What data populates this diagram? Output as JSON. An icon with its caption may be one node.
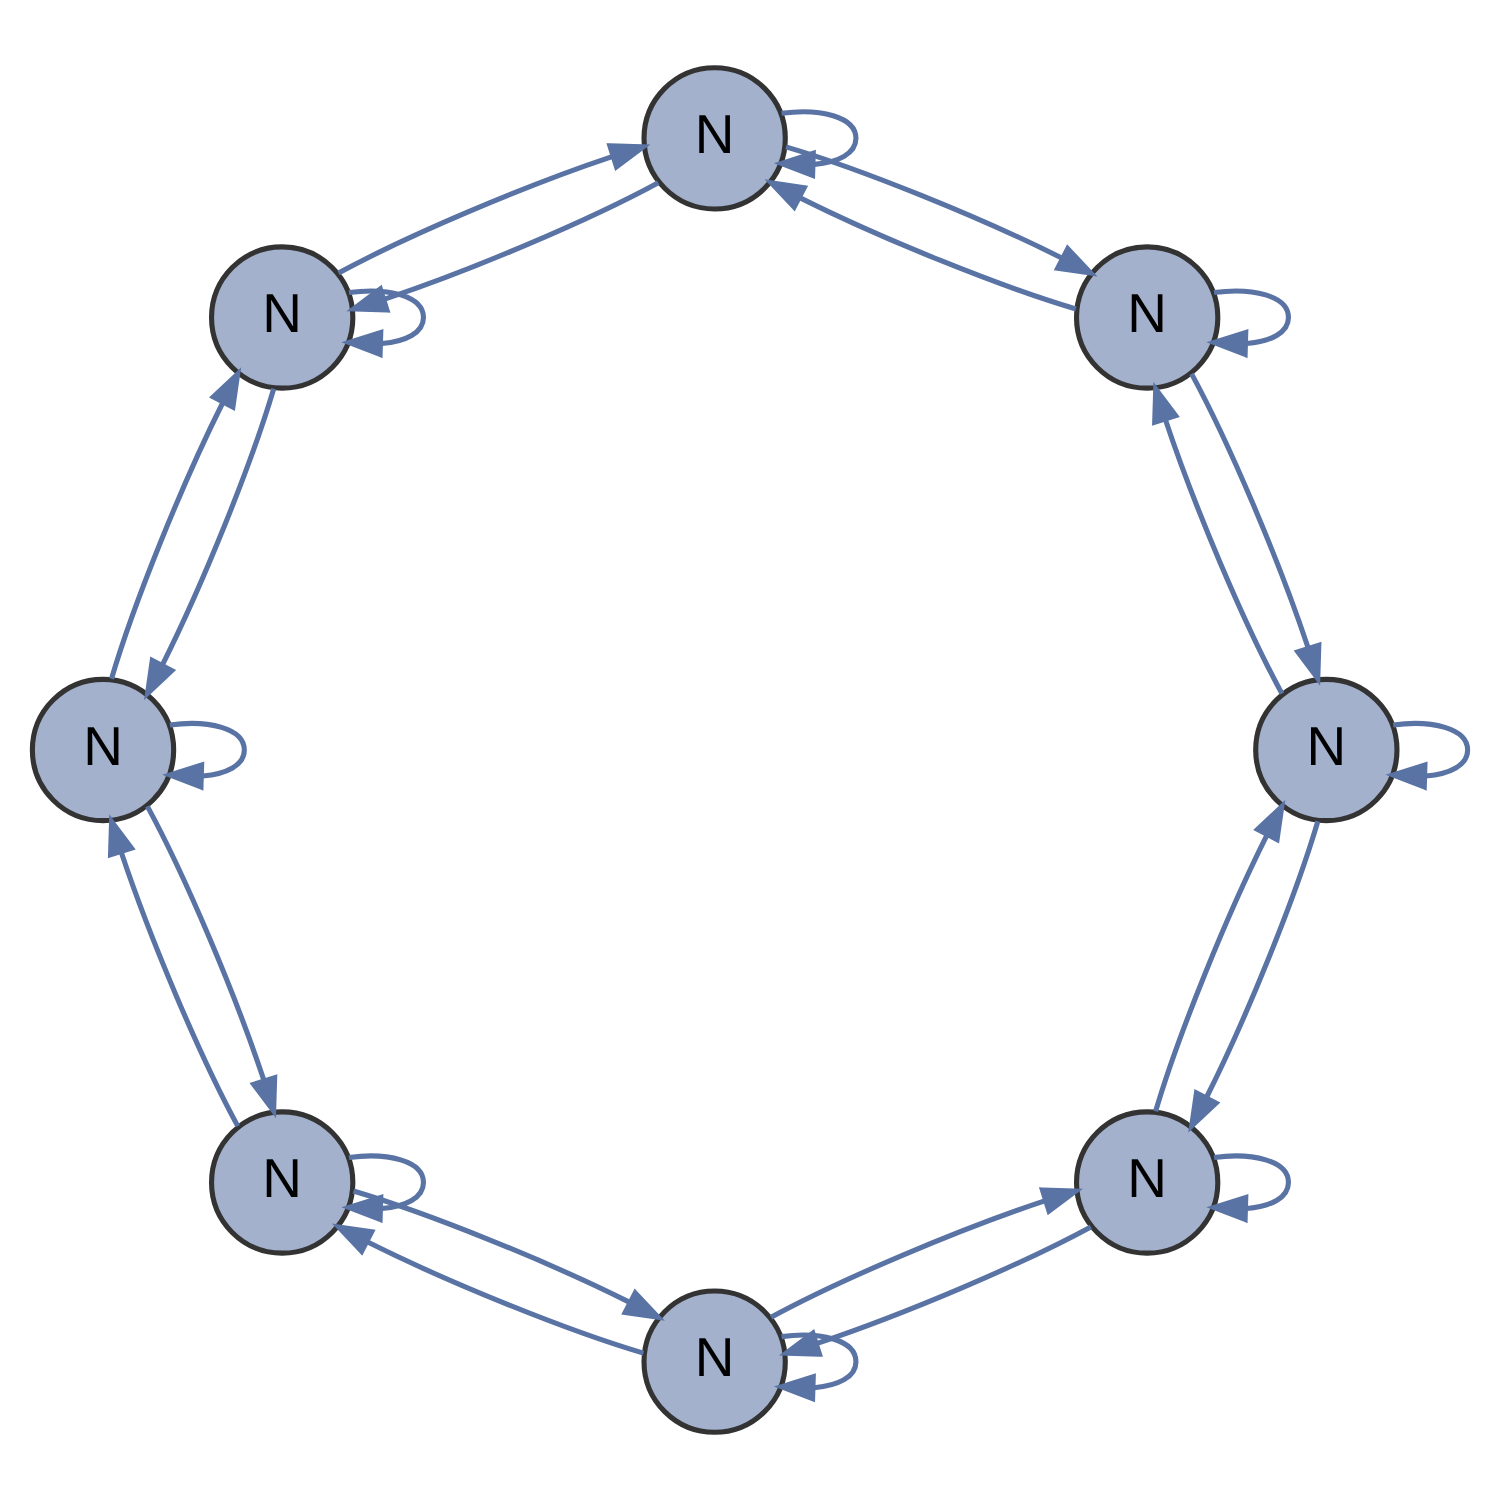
{
  "diagram": {
    "nodes": [
      {
        "text": [
          "N"
        ]
      },
      {
        "text": [
          "N"
        ]
      },
      {
        "text": [
          "N"
        ]
      },
      {
        "text": [
          "N"
        ]
      },
      {
        "text": [
          "N"
        ]
      },
      {
        "text": [
          "N"
        ]
      },
      {
        "text": [
          "N"
        ]
      },
      {
        "text": [
          "N"
        ]
      }
    ],
    "edges": [
      {
        "from": 0,
        "to": 0,
        "arrow": "to"
      },
      {
        "from": 0,
        "to": 1,
        "arrow": "to"
      },
      {
        "from": 1,
        "to": 0,
        "arrow": "to"
      },
      {
        "from": 1,
        "to": 1,
        "arrow": "to"
      },
      {
        "from": 1,
        "to": 2,
        "arrow": "to"
      },
      {
        "from": 2,
        "to": 1,
        "arrow": "to"
      },
      {
        "from": 2,
        "to": 2,
        "arrow": "to"
      },
      {
        "from": 2,
        "to": 3,
        "arrow": "to"
      },
      {
        "from": 3,
        "to": 2,
        "arrow": "to"
      },
      {
        "from": 3,
        "to": 3,
        "arrow": "to"
      },
      {
        "from": 3,
        "to": 4,
        "arrow": "to"
      },
      {
        "from": 4,
        "to": 3,
        "arrow": "to"
      },
      {
        "from": 4,
        "to": 4,
        "arrow": "to"
      },
      {
        "from": 4,
        "to": 5,
        "arrow": "to"
      },
      {
        "from": 5,
        "to": 4,
        "arrow": "to"
      },
      {
        "from": 5,
        "to": 5,
        "arrow": "to"
      },
      {
        "from": 5,
        "to": 6,
        "arrow": "to"
      },
      {
        "from": 6,
        "to": 5,
        "arrow": "to"
      },
      {
        "from": 6,
        "to": 6,
        "arrow": "to"
      },
      {
        "from": 6,
        "to": 7,
        "arrow": "to"
      },
      {
        "from": 7,
        "to": 6,
        "arrow": "to"
      },
      {
        "from": 7,
        "to": 7,
        "arrow": "to"
      },
      {
        "from": 7,
        "to": 0,
        "arrow": "to"
      },
      {
        "from": 0,
        "to": 7,
        "arrow": "to"
      }
    ]
  }
}
